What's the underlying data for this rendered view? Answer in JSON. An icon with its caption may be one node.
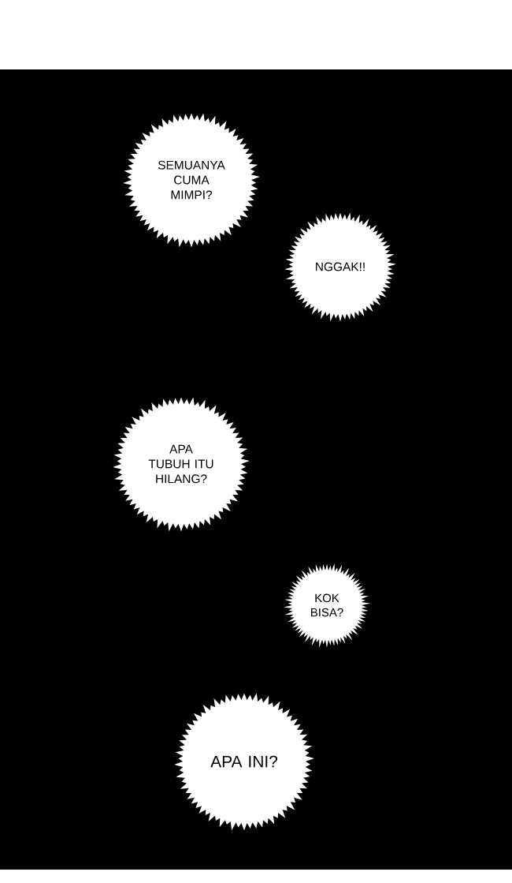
{
  "diagram": {
    "nodes": [
      {
        "text": [
          "SEMUANYA CUMA MIMPI?"
        ]
      },
      {
        "text": [
          "NGGAK!!"
        ]
      },
      {
        "text": [
          "APA TUBUH ITU HILANG?"
        ]
      },
      {
        "text": [
          "KOK BISA?"
        ]
      },
      {
        "text": [
          "APA INI?"
        ]
      }
    ]
  }
}
